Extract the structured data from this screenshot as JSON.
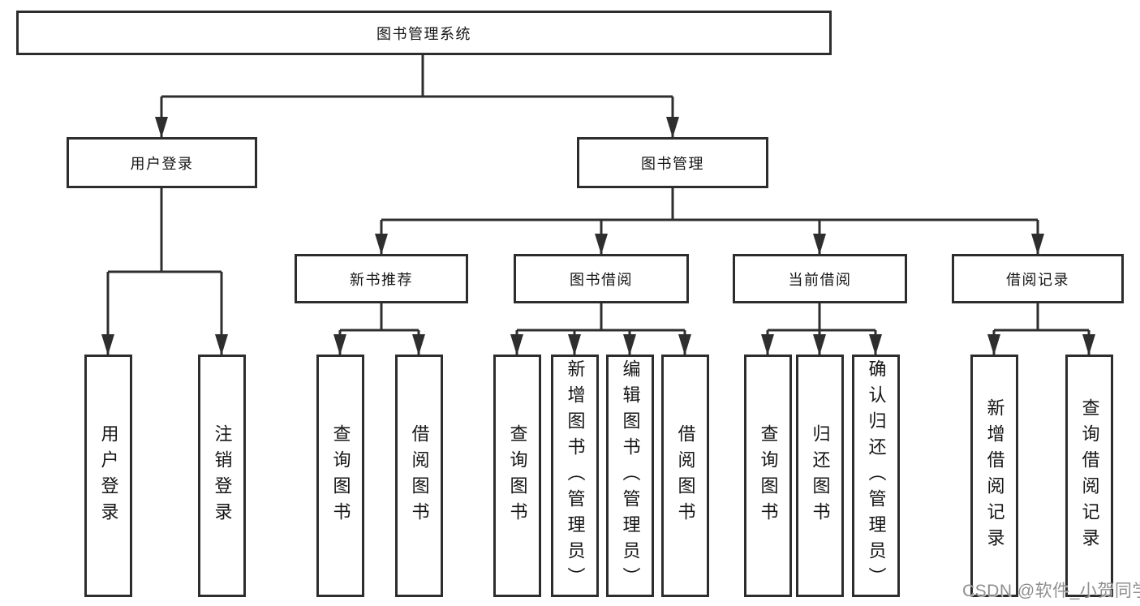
{
  "tree": {
    "root": "图书管理系统",
    "branches": [
      {
        "label": "用户登录",
        "children": [
          "用户登录",
          "注销登录"
        ]
      },
      {
        "label": "图书管理",
        "sections": [
          {
            "label": "新书推荐",
            "children": [
              "查询图书",
              "借阅图书"
            ]
          },
          {
            "label": "图书借阅",
            "children": [
              "查询图书",
              "新增图书（管理员）",
              "编辑图书（管理员）",
              "借阅图书"
            ]
          },
          {
            "label": "当前借阅",
            "children": [
              "查询图书",
              "归还图书",
              "确认归还（管理员）"
            ]
          },
          {
            "label": "借阅记录",
            "children": [
              "新增借阅记录",
              "查询借阅记录"
            ]
          }
        ]
      }
    ]
  },
  "watermark": "CSDN @软件_小贺同学",
  "colors": {
    "line": "#2e2e2e",
    "box_border": "#2d2d2d",
    "text": "#151515",
    "watermark": "#8f8f8f",
    "background": "#ffffff"
  }
}
